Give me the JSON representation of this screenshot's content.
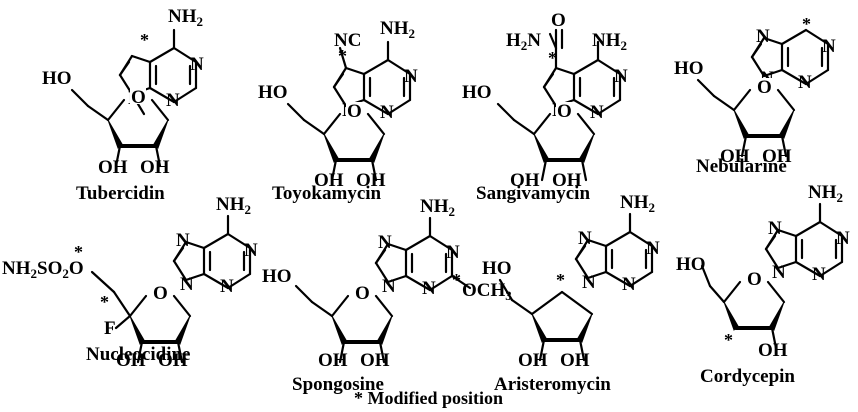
{
  "compounds": [
    {
      "name": "Tubercidin"
    },
    {
      "name": "Toyokamycin"
    },
    {
      "name": "Sangivamycin"
    },
    {
      "name": "Nebularine"
    },
    {
      "name": "Nucleocidine"
    },
    {
      "name": "Spongosine"
    },
    {
      "name": "Aristeromycin"
    },
    {
      "name": "Cordycepin"
    }
  ],
  "labels": {
    "ho": "HO",
    "oh": "OH",
    "o": "O",
    "n": "N",
    "nh": "NH",
    "two": "2",
    "three": "3",
    "nc": "NC",
    "h2n": "H",
    "h2n_tail": "N",
    "sangi_o": "O",
    "f": "F",
    "nh2so2": "NH",
    "so2_tail": "SO",
    "och3": "OCH",
    "asterisk": "*"
  },
  "footnote": "* Modified position"
}
